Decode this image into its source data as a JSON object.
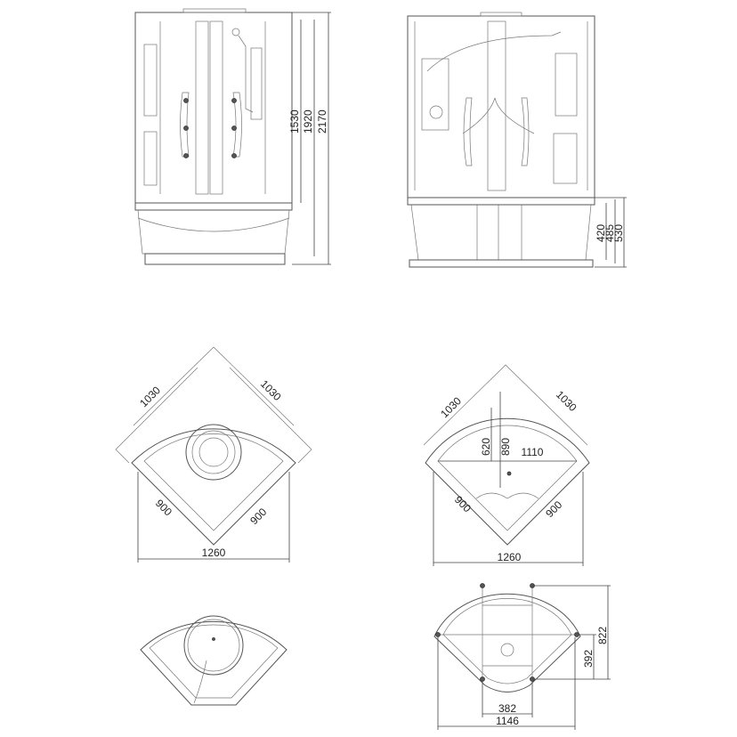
{
  "front_view": {
    "dimensions": [
      "1530",
      "1920",
      "2170"
    ]
  },
  "side_view": {
    "dimensions": [
      "420",
      "485",
      "530"
    ]
  },
  "plan_view_cabin": {
    "dimensions": {
      "side_left": "1030",
      "side_right": "1030",
      "base_left": "900",
      "base_right": "900",
      "width": "1260"
    }
  },
  "plan_view_tub": {
    "dimensions": {
      "side_left": "1030",
      "side_right": "1030",
      "depth_inner": "620",
      "depth_outer": "890",
      "inner_width": "1110",
      "base_left": "900",
      "base_right": "900",
      "width": "1260"
    }
  },
  "bottom_view": {
    "dimensions": {
      "depth": "822",
      "offset": "392",
      "frame_width": "382",
      "width": "1146"
    }
  },
  "colors": {
    "line": "#555555",
    "text": "#222222",
    "accent_line": "#d080c0"
  }
}
